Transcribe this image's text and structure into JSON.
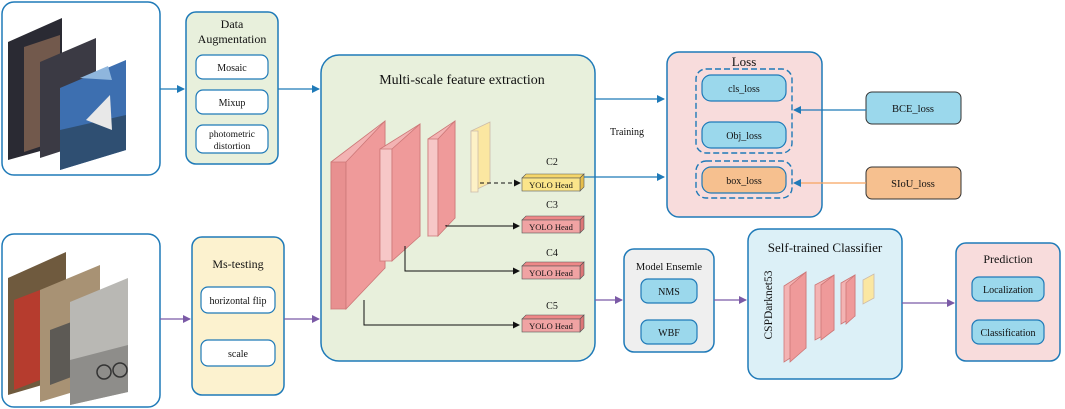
{
  "augmentation": {
    "title_line1": "Data",
    "title_line2": "Augmentation",
    "items": [
      "Mosaic",
      "Mixup"
    ],
    "item3_line1": "photometric",
    "item3_line2": "distortion"
  },
  "ms_testing": {
    "title": "Ms-testing",
    "items": [
      "horizontal flip",
      "scale"
    ]
  },
  "feature_extraction": {
    "title": "Multi-scale feature extraction",
    "heads": [
      {
        "label": "C2",
        "head": "YOLO Head"
      },
      {
        "label": "C3",
        "head": "YOLO Head"
      },
      {
        "label": "C4",
        "head": "YOLO Head"
      },
      {
        "label": "C5",
        "head": "YOLO Head"
      }
    ]
  },
  "training_label": "Training",
  "loss": {
    "title": "Loss",
    "items": [
      "cls_loss",
      "Obj_loss",
      "box_loss"
    ]
  },
  "external_losses": [
    "BCE_loss",
    "SIoU_loss"
  ],
  "ensemble": {
    "title": "Model Ensemle",
    "items": [
      "NMS",
      "WBF"
    ]
  },
  "classifier": {
    "title": "Self-trained Classifier",
    "backbone": "CSPDarknet53"
  },
  "prediction": {
    "title": "Prediction",
    "items": [
      "Localization",
      "Classification"
    ]
  },
  "colors": {
    "blue_arrow": "#1f7ab8",
    "purple_arrow": "#7b5aa6",
    "cyan_box": "#9bd8ec",
    "orange_box": "#f6c08f",
    "pink_layer": "#ef9a9a",
    "yellow_layer": "#fbe7a1",
    "green_panel": "#e8f0dc",
    "cream_panel": "#fcf2cf",
    "pink_panel": "#f8dcdc",
    "lightblue_panel": "#dcf0f7",
    "gray_panel": "#efefef"
  }
}
